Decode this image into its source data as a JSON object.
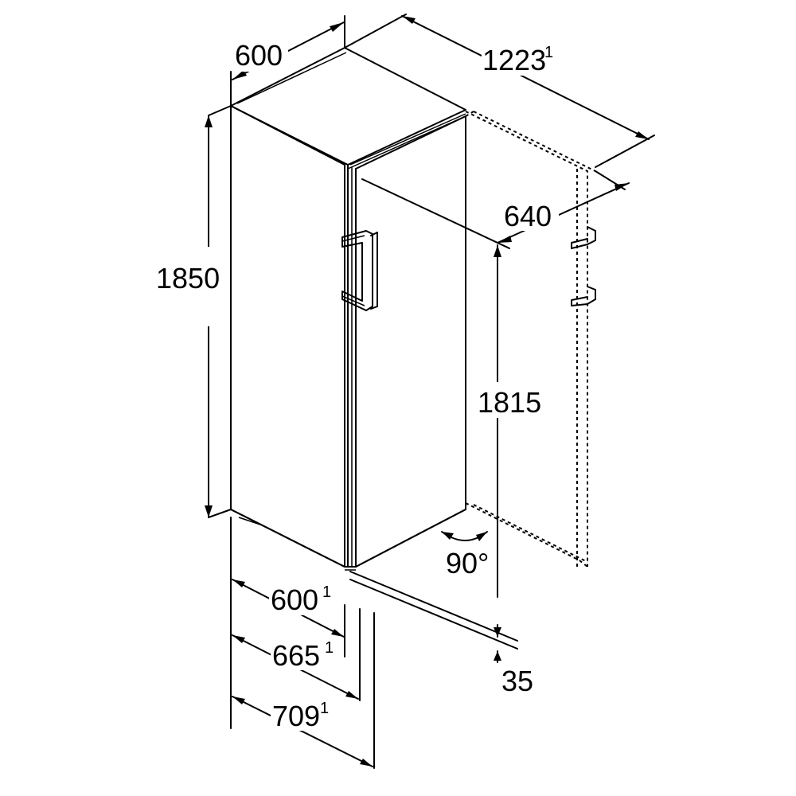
{
  "dimensions": {
    "top_width": "600",
    "total_depth_open": "1223",
    "total_depth_open_note": "1",
    "door_depth": "640",
    "height": "1850",
    "inner_height": "1815",
    "door_angle": "90°",
    "bottom_width": "600",
    "bottom_width_note": "1",
    "depth": "665",
    "depth_note": "1",
    "depth_with_handle": "709",
    "depth_with_handle_note": "1",
    "floor_gap": "35"
  },
  "colors": {
    "line": "#000000",
    "background": "#ffffff"
  }
}
